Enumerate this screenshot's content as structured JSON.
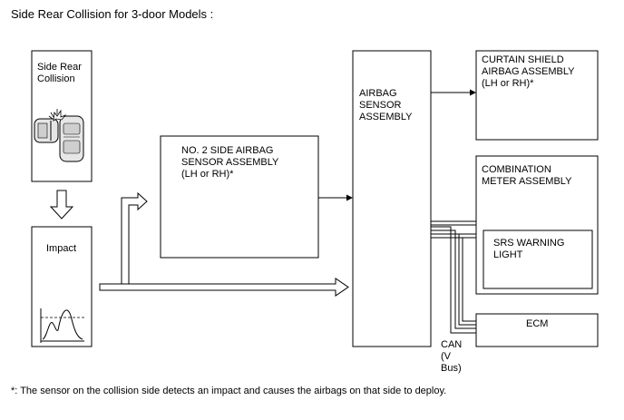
{
  "title": "Side Rear Collision for 3-door Models :",
  "boxes": {
    "side_rear_collision": "Side Rear\nCollision",
    "impact": "Impact",
    "no2_sensor": "NO. 2 SIDE AIRBAG\nSENSOR ASSEMBLY\n(LH or RH)*",
    "airbag_sensor": "AIRBAG\nSENSOR\nASSEMBLY",
    "curtain_shield": "CURTAIN SHIELD\nAIRBAG ASSEMBLY\n(LH or RH)*",
    "combination_meter": "COMBINATION\nMETER ASSEMBLY",
    "srs_warning": "SRS WARNING\nLIGHT",
    "ecm": "ECM"
  },
  "can_label": "CAN\n(V\nBus)",
  "footnote": "*: The sensor on the collision side detects an impact and causes the airbags on that side to deploy."
}
